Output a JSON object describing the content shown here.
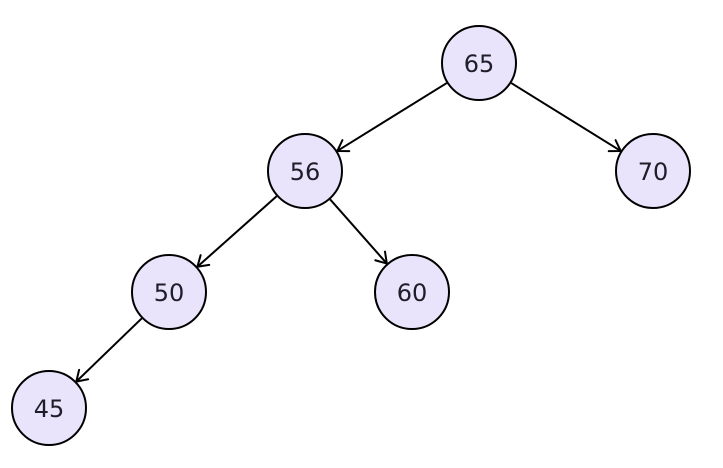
{
  "diagram": {
    "type": "binary-tree",
    "colors": {
      "node_fill": "#e9e4fb",
      "node_stroke": "#000000",
      "edge": "#000000",
      "text": "#1e1e2a"
    },
    "nodes": [
      {
        "id": "n65",
        "label": "65"
      },
      {
        "id": "n56",
        "label": "56"
      },
      {
        "id": "n70",
        "label": "70"
      },
      {
        "id": "n50",
        "label": "50"
      },
      {
        "id": "n60",
        "label": "60"
      },
      {
        "id": "n45",
        "label": "45"
      }
    ],
    "edges": [
      {
        "from": "n65",
        "to": "n56"
      },
      {
        "from": "n65",
        "to": "n70"
      },
      {
        "from": "n56",
        "to": "n50"
      },
      {
        "from": "n56",
        "to": "n60"
      },
      {
        "from": "n50",
        "to": "n45"
      }
    ]
  }
}
